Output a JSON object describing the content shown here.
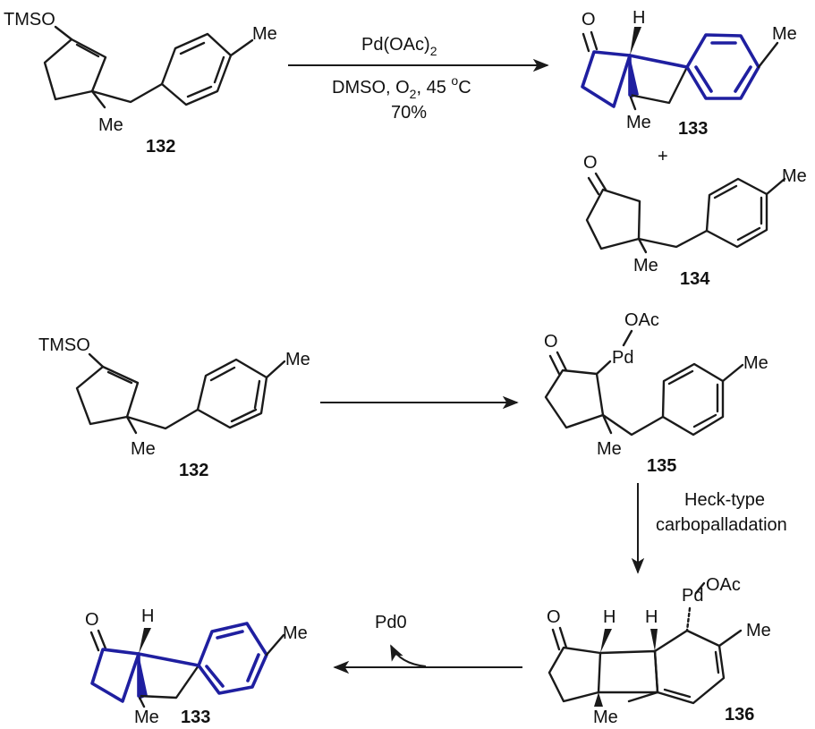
{
  "compounds": {
    "c132_top": "132",
    "c133_top": "133",
    "c134": "134",
    "c132_mid": "132",
    "c135": "135",
    "c136": "136",
    "c133_bottom": "133"
  },
  "atoms": {
    "tms_o": "TMSO",
    "o": "O",
    "me": "Me",
    "h": "H",
    "pd": "Pd",
    "oac": "OAc"
  },
  "reaction1": {
    "reagent_main": "Pd(OAc)",
    "reagent_sub": "2",
    "conditions_prefix": "DMSO, O",
    "conditions_o_sub": "2",
    "conditions_temp": ", 45 ",
    "conditions_deg": "o",
    "conditions_unit": "C",
    "yield": "70%"
  },
  "plus": "+",
  "heck": {
    "line1": "Heck-type",
    "line2": "carbopalladation"
  },
  "pd0": "Pd0",
  "colors": {
    "ink": "#1a1a1a",
    "highlight": "#1f1fa0"
  }
}
